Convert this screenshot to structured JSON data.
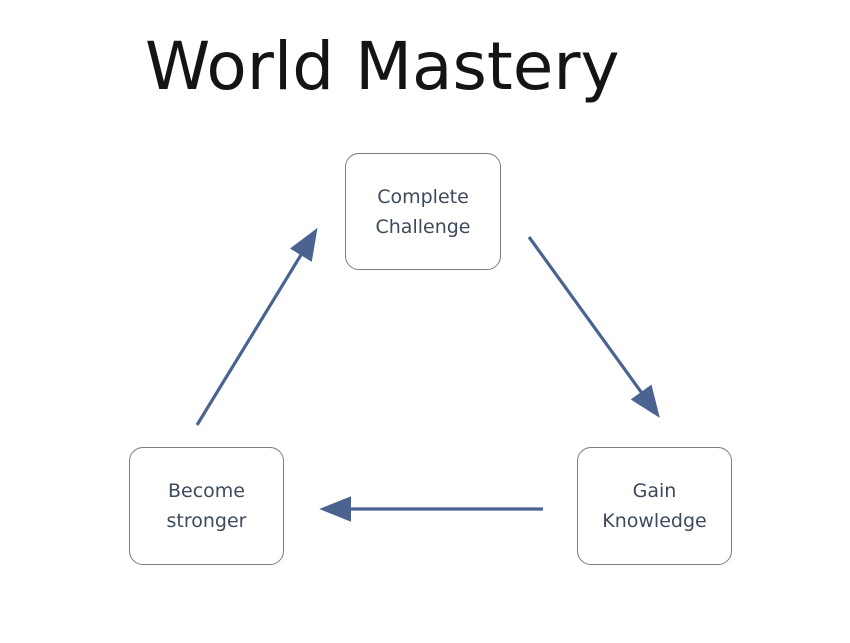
{
  "title": "World Mastery",
  "nodes": {
    "top": {
      "line1": "Complete",
      "line2": "Challenge"
    },
    "right": {
      "line1": "Gain",
      "line2": "Knowledge"
    },
    "left": {
      "line1": "Become",
      "line2": "stronger"
    }
  },
  "colors": {
    "arrow": "#4a6390",
    "node_border": "#7d7d7d",
    "node_text": "#3c4a5c",
    "title": "#141414"
  }
}
